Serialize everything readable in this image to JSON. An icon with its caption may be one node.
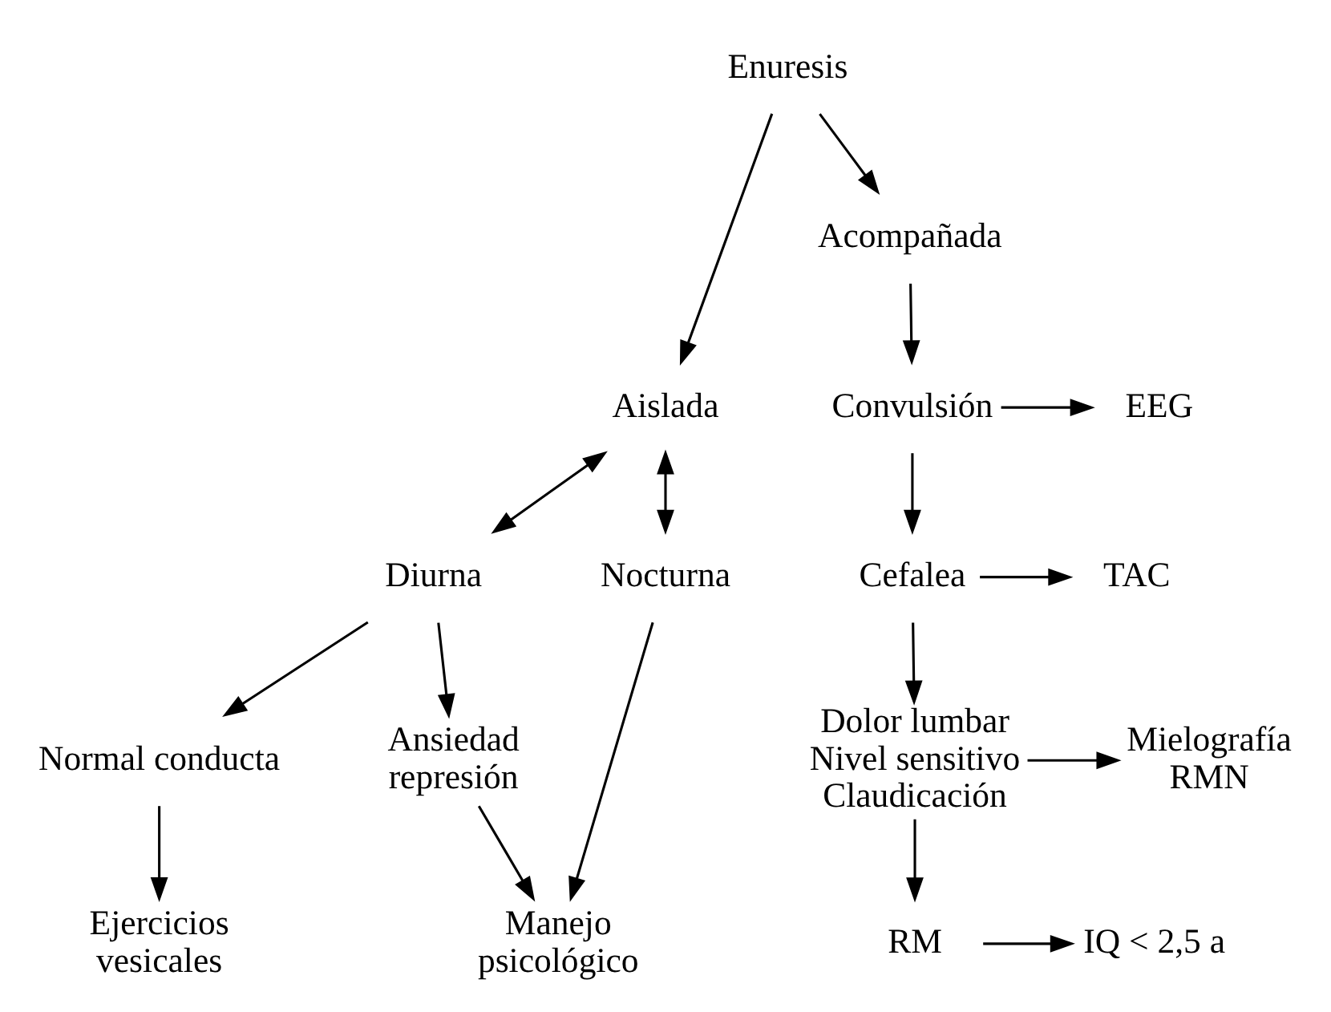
{
  "diagram": {
    "nodes": [
      {
        "text": [
          "Enuresis"
        ]
      },
      {
        "text": [
          "Aislada"
        ]
      },
      {
        "text": [
          "Acompañada"
        ]
      },
      {
        "text": [
          "Diurna"
        ]
      },
      {
        "text": [
          "Nocturna"
        ]
      },
      {
        "text": [
          "Convulsión"
        ]
      },
      {
        "text": [
          "EEG"
        ]
      },
      {
        "text": [
          "Cefalea"
        ]
      },
      {
        "text": [
          "TAC"
        ]
      },
      {
        "text": [
          "Ansiedad represión"
        ]
      },
      {
        "text": [
          "Normal conducta"
        ]
      },
      {
        "text": [
          "Dolor lumbar Nivel sensitivo Claudicación"
        ]
      },
      {
        "text": [
          "Mielografía RMN"
        ]
      },
      {
        "text": [
          "Ejercicios vesicales"
        ]
      },
      {
        "text": [
          "Manejo psicológico"
        ]
      },
      {
        "text": [
          "RM"
        ]
      },
      {
        "text": [
          "IQ < 2,5 a"
        ]
      }
    ],
    "edges": [
      {
        "from": 0,
        "to": 1,
        "arrow": "to"
      },
      {
        "from": 0,
        "to": 2,
        "arrow": "to"
      },
      {
        "from": 2,
        "to": 5,
        "arrow": "to"
      },
      {
        "from": 1,
        "to": 3,
        "arrow": "both"
      },
      {
        "from": 1,
        "to": 4,
        "arrow": "both"
      },
      {
        "from": 3,
        "to": 9,
        "arrow": "to"
      },
      {
        "from": 3,
        "to": 10,
        "arrow": "to"
      },
      {
        "from": 4,
        "to": 14,
        "arrow": "to"
      },
      {
        "from": 5,
        "to": 6,
        "arrow": "to"
      },
      {
        "from": 5,
        "to": 7,
        "arrow": "to"
      },
      {
        "from": 7,
        "to": 8,
        "arrow": "to"
      },
      {
        "from": 7,
        "to": 11,
        "arrow": "to"
      },
      {
        "from": 11,
        "to": 12,
        "arrow": "to"
      },
      {
        "from": 11,
        "to": 15,
        "arrow": "to"
      },
      {
        "from": 15,
        "to": 16,
        "arrow": "to"
      },
      {
        "from": 10,
        "to": 13,
        "arrow": "to"
      },
      {
        "from": 9,
        "to": 14,
        "arrow": "to"
      }
    ]
  }
}
